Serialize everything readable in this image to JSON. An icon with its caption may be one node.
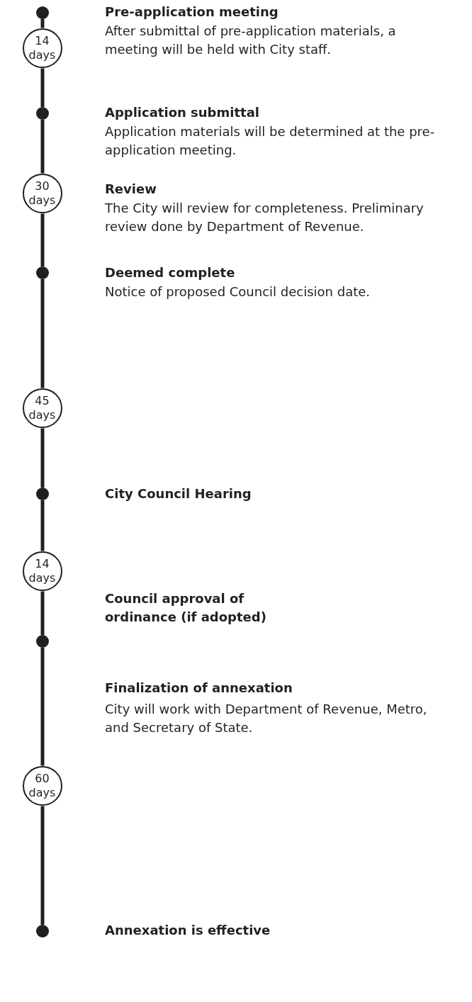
{
  "diagram": {
    "nodes": [
      {
        "text": [],
        "shape": "circle",
        "beside": [
          "Pre-application meeting",
          "After submittal of pre-application materials, a meeting will be held with City staff."
        ]
      },
      {
        "text": [
          "14 days"
        ]
      },
      {
        "text": [],
        "shape": "circle",
        "beside": [
          "Application submittal",
          "Application materials will be determined at the pre-application meeting."
        ]
      },
      {
        "text": [
          "30 days"
        ],
        "beside": [
          "Review",
          "The City will review for completeness. Preliminary review done by Department of Revenue."
        ]
      },
      {
        "text": [],
        "shape": "circle",
        "beside": [
          "Deemed complete",
          "Notice of proposed Council decision date."
        ]
      },
      {
        "text": [
          "45 days"
        ]
      },
      {
        "text": [],
        "shape": "circle"
      },
      {
        "text": [
          "14 days"
        ]
      },
      {
        "text": [],
        "shape": "circle"
      },
      {
        "text": [
          "60 days"
        ]
      },
      {
        "text": [],
        "shape": "circle"
      }
    ],
    "edges": [
      {
        "from": 0,
        "to": 1,
        "arrow": "none"
      },
      {
        "from": 1,
        "to": 2,
        "arrow": "none"
      },
      {
        "from": 2,
        "to": 3,
        "arrow": "none"
      },
      {
        "from": 3,
        "to": 4,
        "arrow": "none"
      },
      {
        "from": 4,
        "to": 5,
        "arrow": "none"
      },
      {
        "from": 5,
        "to": 6,
        "arrow": "none"
      },
      {
        "from": 6,
        "to": 7,
        "arrow": "none"
      },
      {
        "from": 7,
        "to": 8,
        "arrow": "none"
      },
      {
        "from": 8,
        "to": 9,
        "arrow": "none"
      },
      {
        "from": 9,
        "to": 10,
        "arrow": "none"
      }
    ],
    "labels": [
      "City Council Hearing",
      "Council approval of ordinance (if adopted)",
      "Finalization of annexation",
      "City will work with Department of Revenue, Metro, and Secretary of State.",
      "Annexation is effective"
    ]
  }
}
